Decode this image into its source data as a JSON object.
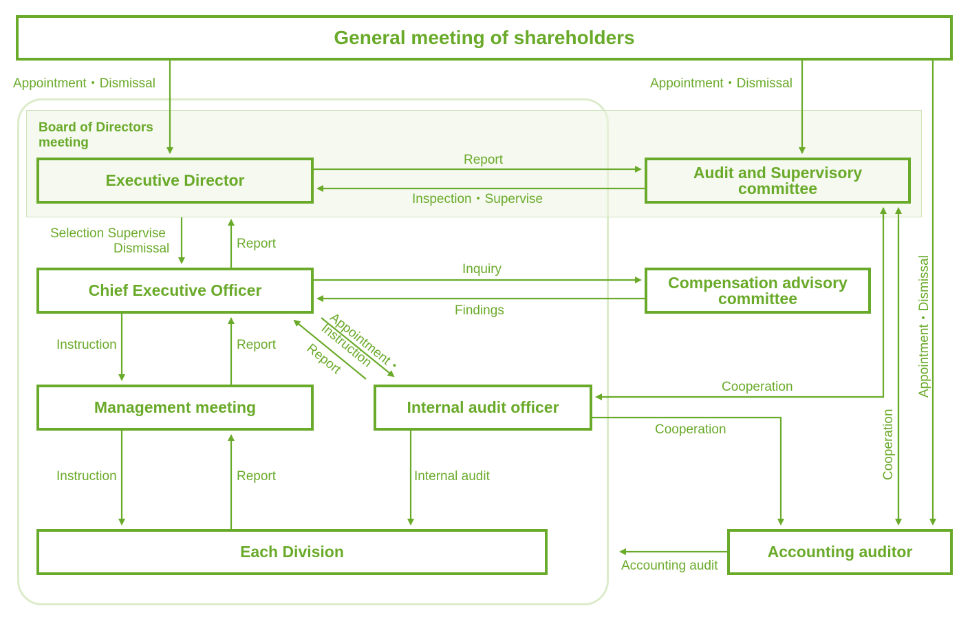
{
  "boxes": {
    "general_meeting": "General meeting of shareholders",
    "board_title": "Board of Directors meeting",
    "executive_director": "Executive Director",
    "audit_committee": "Audit and Supervisory committee",
    "ceo": "Chief Executive Officer",
    "compensation_committee": "Compensation advisory committee",
    "management_meeting": "Management meeting",
    "internal_audit_officer": "Internal audit officer",
    "each_division": "Each Division",
    "accounting_auditor": "Accounting auditor"
  },
  "labels": {
    "appointment_dismissal_left": "Appointment・Dismissal",
    "appointment_dismissal_right": "Appointment・Dismissal",
    "appointment_dismissal_vertical": "Appointment・Dismissal",
    "report_exec_audit": "Report",
    "inspection_supervise": "Inspection・Supervise",
    "selection_supervise": "Selection Supervise",
    "dismissal": "Dismissal",
    "report_ceo_exec": "Report",
    "inquiry": "Inquiry",
    "findings": "Findings",
    "instruction_ceo_mgmt": "Instruction",
    "report_mgmt_ceo": "Report",
    "appointment_instruction": "Appointment・Instruction",
    "report_iao_ceo": "Report",
    "cooperation_audit_iao": "Cooperation",
    "cooperation_iao_acct": "Cooperation",
    "cooperation_vertical": "Cooperation",
    "instruction_mgmt_div": "Instruction",
    "report_div_mgmt": "Report",
    "internal_audit": "Internal audit",
    "accounting_audit": "Accounting audit"
  },
  "colors": {
    "accent": "#6aaa2a",
    "panel_border": "#dcebcb",
    "board_fill": "#ecf4e2"
  }
}
